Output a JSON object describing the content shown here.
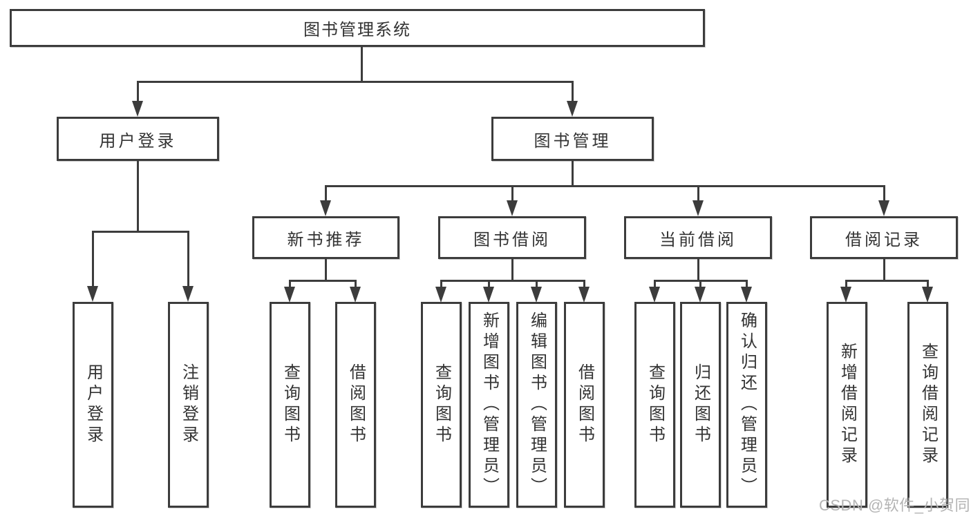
{
  "diagram": {
    "tree": {
      "label": "图书管理系统",
      "children": [
        {
          "label": "用户登录",
          "children": [
            {
              "label": "用户登录"
            },
            {
              "label": "注销登录"
            }
          ]
        },
        {
          "label": "图书管理",
          "children": [
            {
              "label": "新书推荐",
              "children": [
                {
                  "label": "查询图书"
                },
                {
                  "label": "借阅图书"
                }
              ]
            },
            {
              "label": "图书借阅",
              "children": [
                {
                  "label": "查询图书"
                },
                {
                  "label": "新增图书（管理员）"
                },
                {
                  "label": "编辑图书（管理员）"
                },
                {
                  "label": "借阅图书"
                }
              ]
            },
            {
              "label": "当前借阅",
              "children": [
                {
                  "label": "查询图书"
                },
                {
                  "label": "归还图书"
                },
                {
                  "label": "确认归还（管理员）"
                }
              ]
            },
            {
              "label": "借阅记录",
              "children": [
                {
                  "label": "新增借阅记录"
                },
                {
                  "label": "查询借阅记录"
                }
              ]
            }
          ]
        }
      ]
    },
    "colors": {
      "line": "#3c3c3c",
      "text": "#333333",
      "background": "#ffffff"
    }
  },
  "watermark": {
    "text": "CSDN @软件_小贺同学",
    "color": "#b4b4b4"
  }
}
